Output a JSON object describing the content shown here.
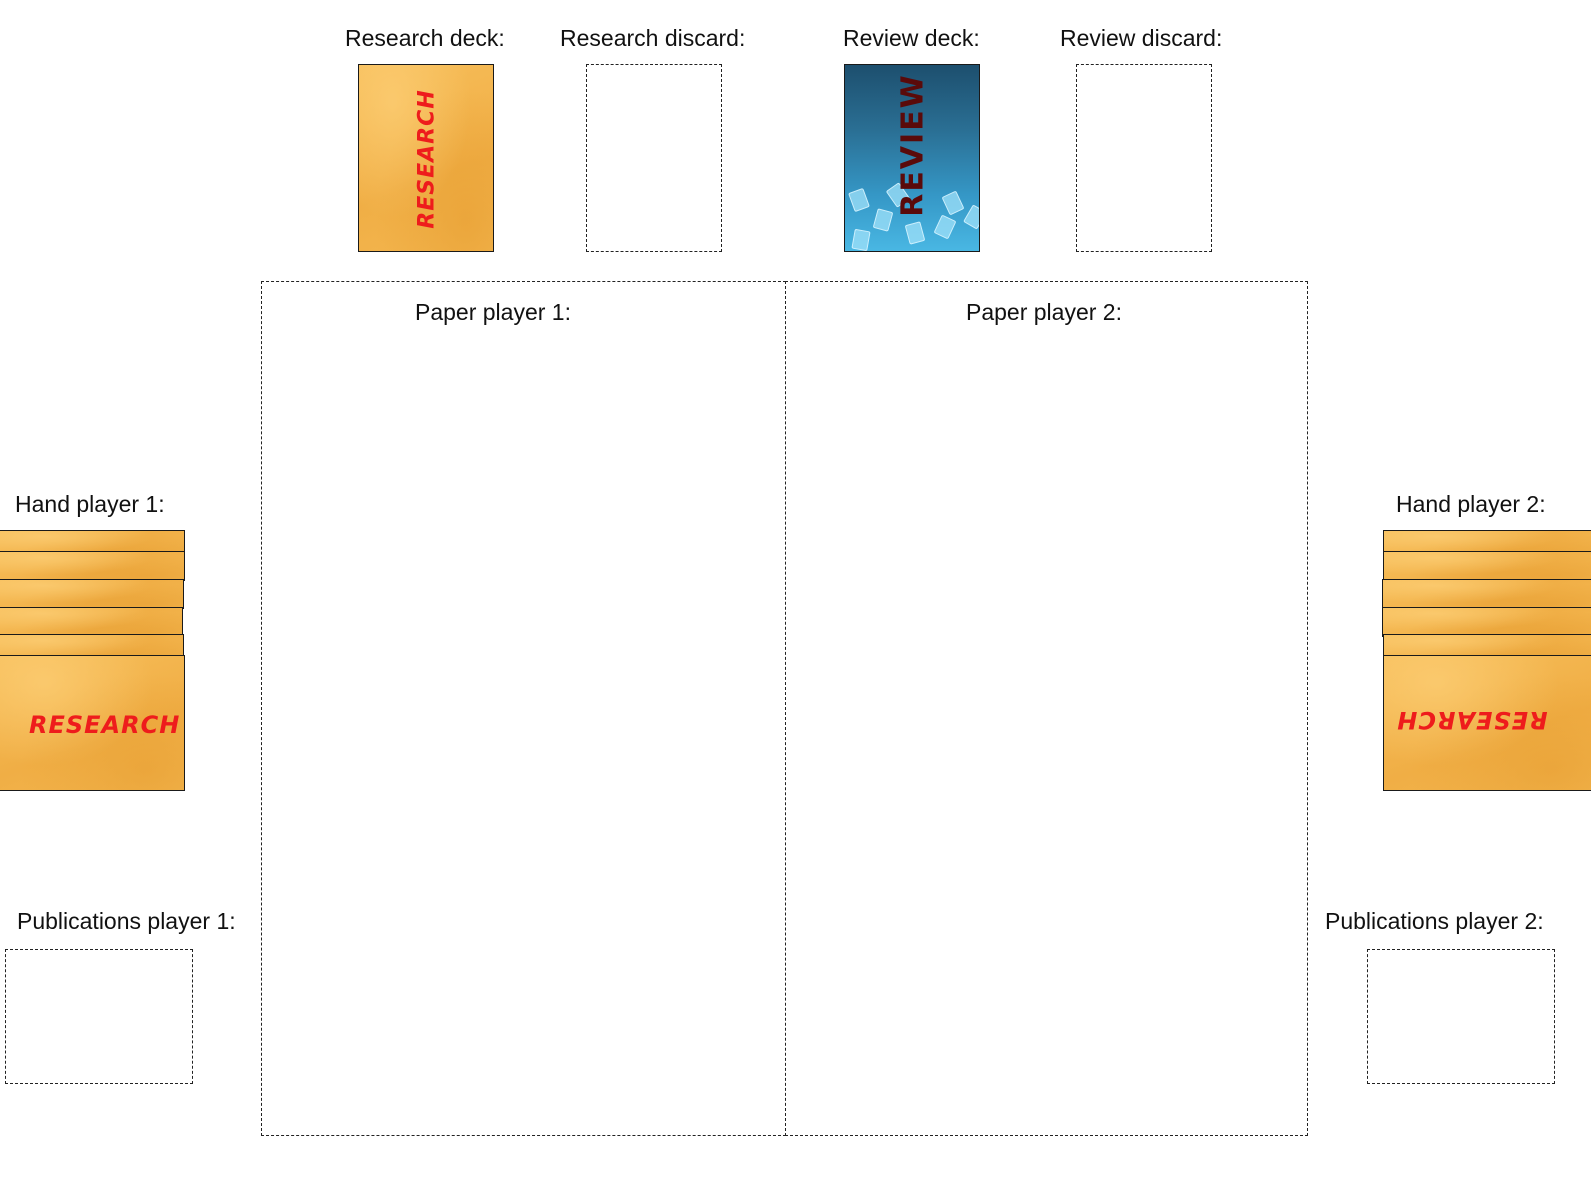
{
  "top": {
    "research_deck_label": "Research deck:",
    "research_discard_label": "Research discard:",
    "review_deck_label": "Review deck:",
    "review_discard_label": "Review discard:"
  },
  "cards": {
    "research_text": "RESEARCH",
    "review_text": "REVIEW"
  },
  "papers": {
    "player1_label": "Paper player 1:",
    "player2_label": "Paper player 2:"
  },
  "hands": {
    "player1_label": "Hand player 1:",
    "player2_label": "Hand player 2:",
    "player1_card_count": 6,
    "player2_card_count": 6
  },
  "publications": {
    "player1_label": "Publications player 1:",
    "player2_label": "Publications player 2:"
  },
  "colors": {
    "research_card": "#f3b34c",
    "research_text": "#ee1c1c",
    "review_card": "#2a6f94",
    "review_text": "#5a0a0a"
  }
}
